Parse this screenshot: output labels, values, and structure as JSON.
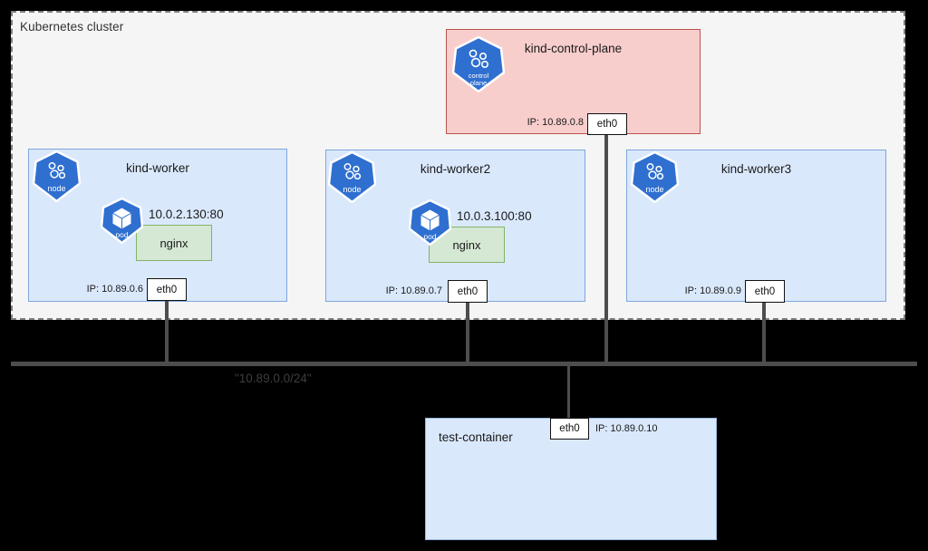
{
  "cluster": {
    "title": "Kubernetes cluster"
  },
  "network": {
    "bus_label": "\"10.89.0.0/24\"",
    "wire_color": "#4d4d4d"
  },
  "icons": {
    "node": "node",
    "pod": "pod",
    "control_plane_line1": "control",
    "control_plane_line2": "plane"
  },
  "nodes": {
    "control_plane": {
      "title": "kind-control-plane",
      "ip": "IP: 10.89.0.8",
      "interface": "eth0",
      "icon": "k8s-control-plane-icon",
      "fill": "#f8cecc",
      "stroke": "#b85450"
    },
    "worker1": {
      "title": "kind-worker",
      "ip": "IP: 10.89.0.6",
      "interface": "eth0",
      "icon": "k8s-node-icon",
      "fill": "#dae8fc",
      "stroke": "#7ea6dd",
      "pod": {
        "icon": "k8s-pod-icon",
        "address": "10.0.2.130:80",
        "service": "nginx"
      }
    },
    "worker2": {
      "title": "kind-worker2",
      "ip": "IP: 10.89.0.7",
      "interface": "eth0",
      "icon": "k8s-node-icon",
      "fill": "#dae8fc",
      "stroke": "#7ea6dd",
      "pod": {
        "icon": "k8s-pod-icon",
        "address": "10.0.3.100:80",
        "service": "nginx"
      }
    },
    "worker3": {
      "title": "kind-worker3",
      "ip": "IP: 10.89.0.9",
      "interface": "eth0",
      "icon": "k8s-node-icon",
      "fill": "#dae8fc",
      "stroke": "#7ea6dd"
    }
  },
  "test_container": {
    "title": "test-container",
    "ip": "IP: 10.89.0.10",
    "interface": "eth0",
    "fill": "#dae8fc",
    "stroke": "#9ab8e0"
  }
}
